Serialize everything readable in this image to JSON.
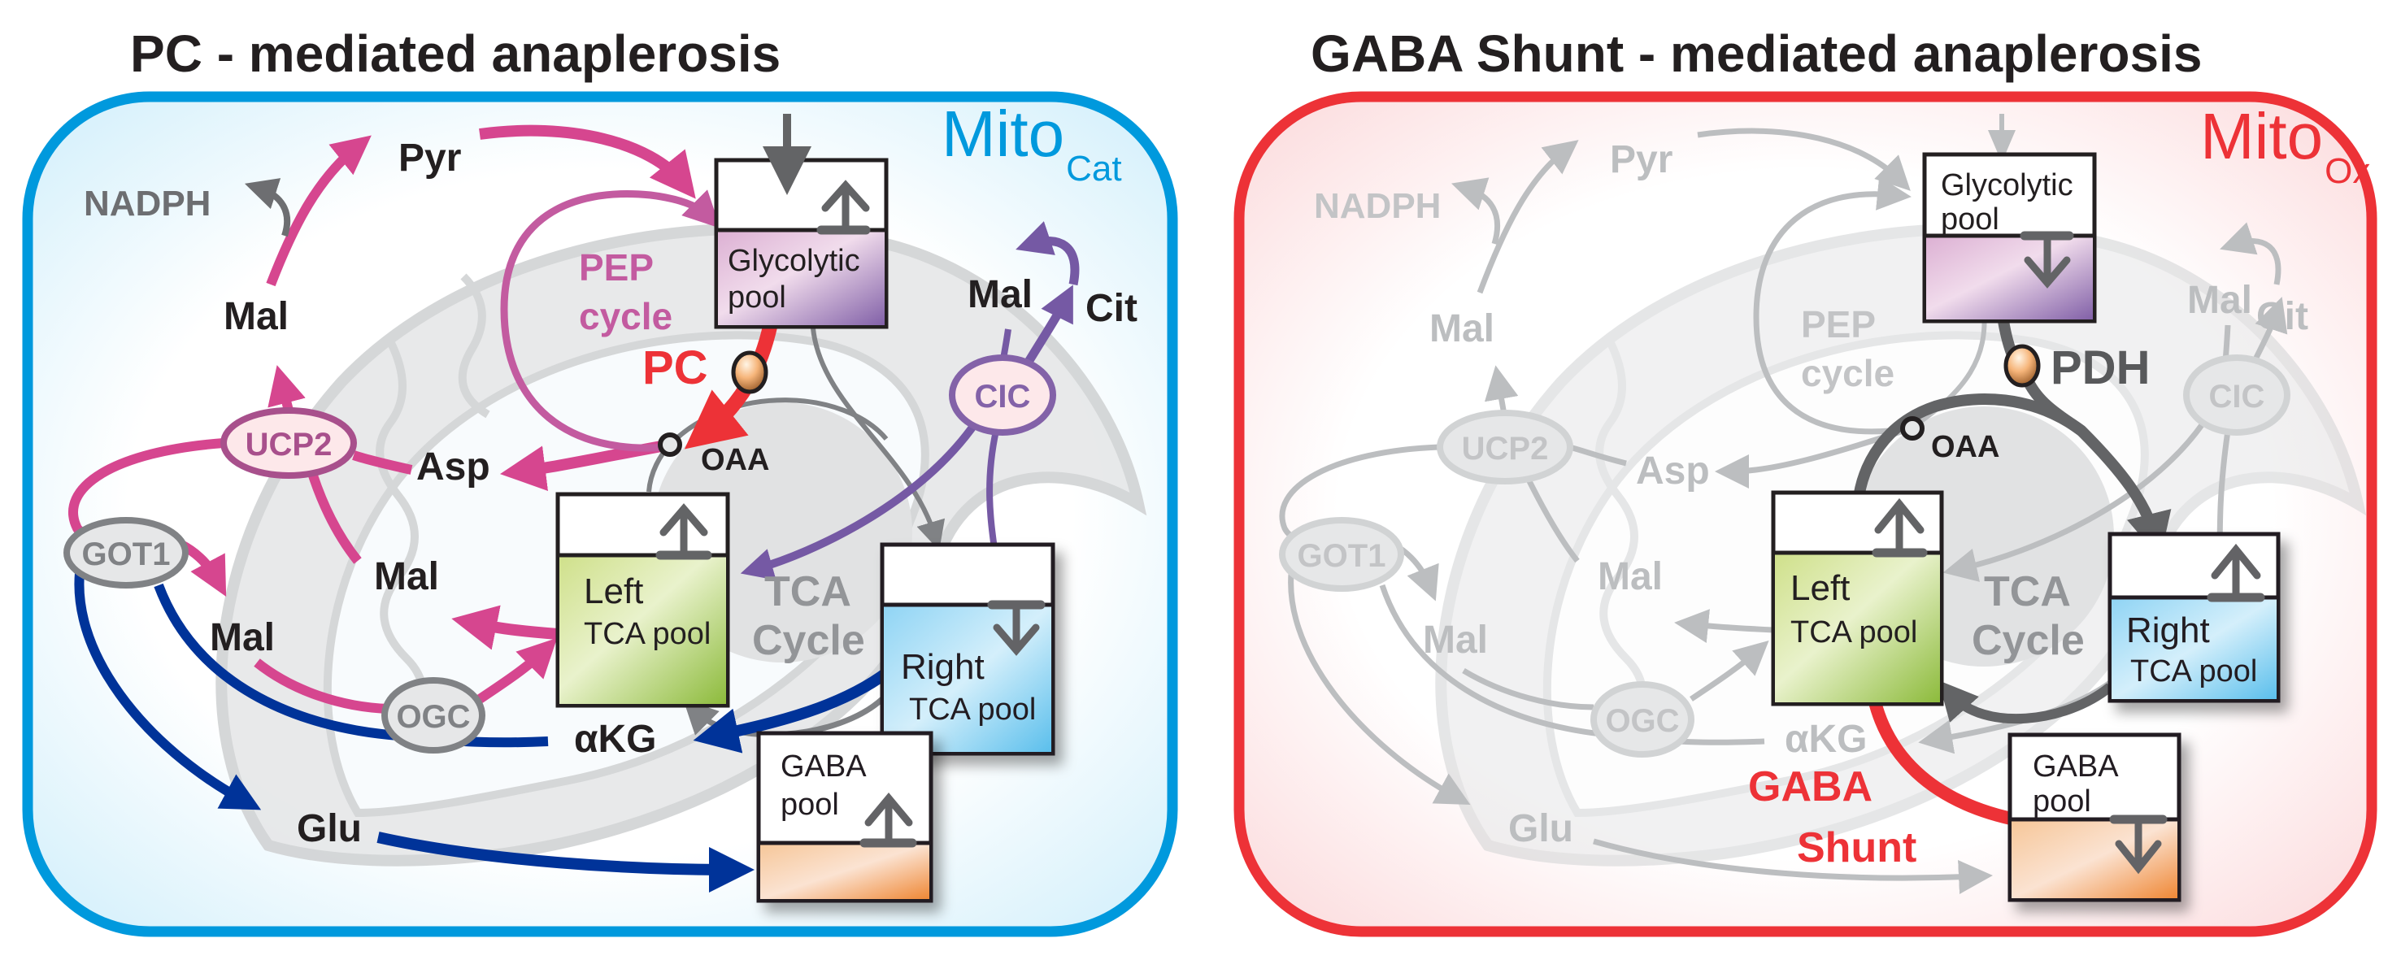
{
  "titles": {
    "left": "PC - mediated anaplerosis",
    "right": "GABA Shunt - mediated anaplerosis"
  },
  "colors": {
    "left_border": "#0099dd",
    "right_border": "#ed3237",
    "pc_red": "#ed3237",
    "pink": "#d6468f",
    "pep_pink": "#c35ba0",
    "purple": "#7559a4",
    "navy": "#003399",
    "gray_dark": "#58595b",
    "gray_faded": "#bcbec0"
  },
  "left_panel": {
    "mito_label": "Mito",
    "mito_sub": "Cat",
    "metabolites": {
      "pyr": "Pyr",
      "nadph": "NADPH",
      "mal_top": "Mal",
      "asp": "Asp",
      "oaa": "OAA",
      "mal_right": "Mal",
      "cit": "Cit",
      "mal_mid": "Mal",
      "mal_low": "Mal",
      "akg": "αKG",
      "glu": "Glu"
    },
    "transporters": {
      "ucp2": "UCP2",
      "got1": "GOT1",
      "cic": "CIC",
      "ogc": "OGC"
    },
    "enzyme": "PC",
    "pep_cycle": [
      "PEP",
      "cycle"
    ],
    "tca_cycle": [
      "TCA",
      "Cycle"
    ],
    "pools": {
      "glycolytic": {
        "line1": "Glycolytic",
        "line2": "pool",
        "trend": "up"
      },
      "left_tca": {
        "line1": "Left",
        "line2": "TCA pool",
        "trend": "up"
      },
      "right_tca": {
        "line1": "Right",
        "line2": "TCA pool",
        "trend": "down"
      },
      "gaba": {
        "line1": "GABA",
        "line2": "pool",
        "trend": "up"
      }
    }
  },
  "right_panel": {
    "mito_label": "Mito",
    "mito_sub": "Ox",
    "metabolites": {
      "pyr": "Pyr",
      "nadph": "NADPH",
      "mal_top": "Mal",
      "asp": "Asp",
      "oaa": "OAA",
      "mal_right": "Mal",
      "cit": "Cit",
      "mal_mid": "Mal",
      "mal_low": "Mal",
      "akg": "αKG",
      "glu": "Glu"
    },
    "transporters": {
      "ucp2": "UCP2",
      "got1": "GOT1",
      "cic": "CIC",
      "ogc": "OGC"
    },
    "enzyme": "PDH",
    "pep_cycle": [
      "PEP",
      "cycle"
    ],
    "tca_cycle": [
      "TCA",
      "Cycle"
    ],
    "shunt_label": [
      "GABA",
      "Shunt"
    ],
    "pools": {
      "glycolytic": {
        "line1": "Glycolytic",
        "line2": "pool",
        "trend": "down"
      },
      "left_tca": {
        "line1": "Left",
        "line2": "TCA pool",
        "trend": "up"
      },
      "right_tca": {
        "line1": "Right",
        "line2": "TCA pool",
        "trend": "up"
      },
      "gaba": {
        "line1": "GABA",
        "line2": "pool",
        "trend": "down"
      }
    }
  }
}
